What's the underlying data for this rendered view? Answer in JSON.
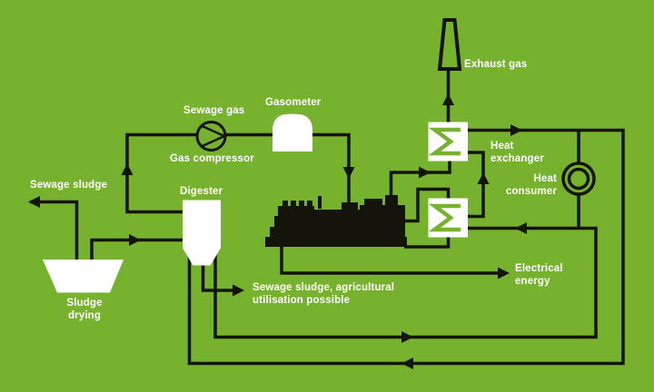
{
  "diagram_type": "process-flow-diagram",
  "subject": "sewage sludge digestion and sewage gas CHP utilisation",
  "colors": {
    "background": "#76B22D",
    "ink": "#14140A",
    "shape_fill": "#FFFFFF"
  },
  "labels": {
    "sewage_sludge": "Sewage sludge",
    "sewage_gas": "Sewage gas",
    "gas_compressor": "Gas compressor",
    "gasometer": "Gasometer",
    "digester": "Digester",
    "exhaust_gas": "Exhaust gas",
    "heat_exchanger_line1": "Heat",
    "heat_exchanger_line2": "exchanger",
    "heat_consumer_line1": "Heat",
    "heat_consumer_line2": "consumer",
    "electrical_energy_line1": "Electrical",
    "electrical_energy_line2": "energy",
    "sludge_drying_line1": "Sludge",
    "sludge_drying_line2": "drying",
    "sludge_note_line1": "Sewage sludge, agricultural",
    "sludge_note_line2": "utilisation possible"
  },
  "nodes": [
    "sludge drying bed",
    "digester",
    "gas compressor",
    "gasometer",
    "chp engine-generator unit",
    "exhaust heat exchanger",
    "cooling-water heat exchanger",
    "heat consumer",
    "exhaust stack"
  ]
}
